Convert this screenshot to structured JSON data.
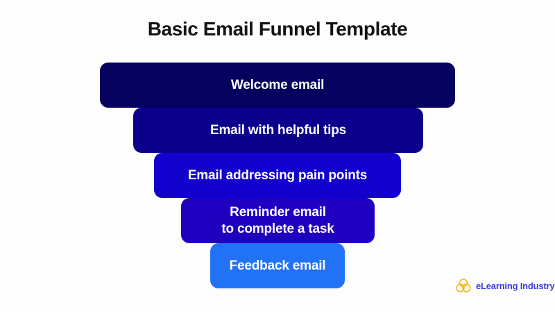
{
  "title": "Basic Email Funnel Template",
  "background_color": "#fdfdfd",
  "title_color": "#131313",
  "funnel": {
    "stages": [
      {
        "label": "Welcome email",
        "line1": "Welcome email",
        "line2": "",
        "color": "#05015e"
      },
      {
        "label": "Email with helpful tips",
        "line1": "Email with helpful tips",
        "line2": "",
        "color": "#0a008c"
      },
      {
        "label": "Email addressing pain points",
        "line1": "Email addressing pain points",
        "line2": "",
        "color": "#1200cc"
      },
      {
        "label": "Reminder email to complete a task",
        "line1": "Reminder email",
        "line2": "to complete a task",
        "color": "#2000c0"
      },
      {
        "label": "Feedback email",
        "line1": "Feedback email",
        "line2": "",
        "color": "#2272f6"
      }
    ]
  },
  "logo": {
    "text": "eLearning Industry",
    "mark_icon": "trefoil-circles-icon",
    "mark_color": "#f5b731",
    "text_color": "#3b3be0"
  },
  "chart_data": {
    "type": "funnel",
    "title": "Basic Email Funnel Template",
    "categories": [
      "Welcome email",
      "Email with helpful tips",
      "Email addressing pain points",
      "Reminder email to complete a task",
      "Feedback email"
    ],
    "values": [
      512,
      418,
      356,
      279,
      194
    ],
    "value_unit": "relative bar width (px)",
    "colors": [
      "#05015e",
      "#0a008c",
      "#1200cc",
      "#2000c0",
      "#2272f6"
    ],
    "xlabel": "",
    "ylabel": "",
    "legend": "none",
    "grid": false,
    "orientation": "vertical-descending"
  }
}
